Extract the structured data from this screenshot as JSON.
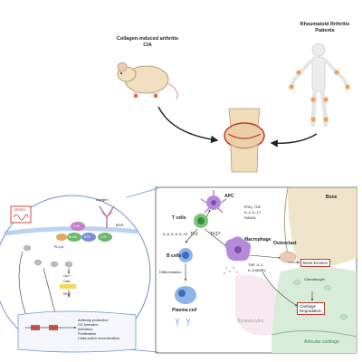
{
  "top_left": {
    "title_line1": "Collagen-induced arthritis",
    "title_line2": "CIA"
  },
  "top_right": {
    "title_line1": "Rheumatoid Rrthritis",
    "title_line2": "Patients"
  },
  "right_panel": {
    "bone": "Bone",
    "apc": "APC",
    "t_cells": "T cells",
    "b_cells": "B cells",
    "plasma_cell": "Plasma cell",
    "macrophage": "Macrophage",
    "osteoclast": "Osteoclast",
    "bone_erosion": "Bone Erosion",
    "chondrocyte": "Chondrocyte",
    "cartilage_degradation_1": "Cartilage",
    "cartilage_degradation_2": "Degradation",
    "synoviocytes": "Synoviocytes",
    "articular_cartilage": "Articular cartilage",
    "differentiation": "Differentiation",
    "th1": "Th1",
    "th17": "Th17",
    "cytokines_left": "IL-6, IL-9, IL-10",
    "cytokines_mac_1": "IFNγ, TNF,",
    "cytokines_mac_2": "IL-2, IL-17,",
    "cytokines_mac_3": "RANKL",
    "cytokines_mac_out_1": "TNF, IL-1,",
    "cytokines_mac_out_2": "IL-6,MMPs"
  },
  "left_panel": {
    "sprr3": "SPRR3",
    "antigen": "Antigen",
    "bcr": "BCR",
    "syk": "SYK",
    "btk": "BTK",
    "lyn": "LYN",
    "blnk": "BLNK",
    "plcg": "PLCγ2",
    "ca": "Ca²⁺",
    "calc": "CaM",
    "nfat": "NFAT",
    "outputs": [
      "Antibody production",
      "GC formation",
      "Activation",
      "Proliferation",
      "Class switch recombination"
    ]
  }
}
